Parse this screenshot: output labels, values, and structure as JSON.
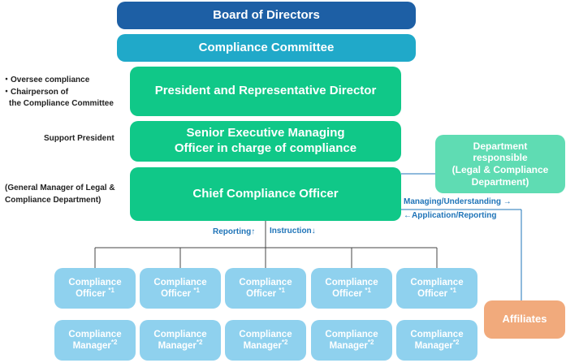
{
  "board": "Board of Directors",
  "committee": "Compliance Committee",
  "president": "President and Representative Director",
  "senior": {
    "line1": "Senior Executive Managing",
    "line2": "Officer in charge of compliance"
  },
  "cco": "Chief Compliance Officer",
  "department": {
    "line1": "Department",
    "line2": "responsible",
    "line3": "(Legal & Compliance",
    "line4": "Department)"
  },
  "affiliates": "Affiliates",
  "left_notes": {
    "oversee": "・Oversee compliance",
    "chair1": "・Chairperson of",
    "chair2": "the Compliance Committee",
    "support": "Support President",
    "gm1": "(General Manager of Legal &",
    "gm2": "Compliance Department)"
  },
  "arrows": {
    "managing": "Managing/Understanding →",
    "application": "←Application/Reporting",
    "reporting": "Reporting↑",
    "instruction": "Instruction↓"
  },
  "officer_units": [
    {
      "officer": "Compliance",
      "officer2": "Officer",
      "officer_note": "*1",
      "manager": "Compliance",
      "manager2": "Manager",
      "manager_note": "*2"
    },
    {
      "officer": "Compliance",
      "officer2": "Officer",
      "officer_note": "*1",
      "manager": "Compliance",
      "manager2": "Manager",
      "manager_note": "*2"
    },
    {
      "officer": "Compliance",
      "officer2": "Officer",
      "officer_note": "*1",
      "manager": "Compliance",
      "manager2": "Manager",
      "manager_note": "*2"
    },
    {
      "officer": "Compliance",
      "officer2": "Officer",
      "officer_note": "*1",
      "manager": "Compliance",
      "manager2": "Manager",
      "manager_note": "*2"
    },
    {
      "officer": "Compliance",
      "officer2": "Officer",
      "officer_note": "*1",
      "manager": "Compliance",
      "manager2": "Manager",
      "manager_note": "*2"
    }
  ],
  "colors": {
    "board": "#1d5fa5",
    "committee": "#20a9c9",
    "main": "#10c888",
    "department": "#5fdcb3",
    "affiliates": "#f1aa7c",
    "units": "#8fd1ee",
    "link": "#1f74b8"
  }
}
